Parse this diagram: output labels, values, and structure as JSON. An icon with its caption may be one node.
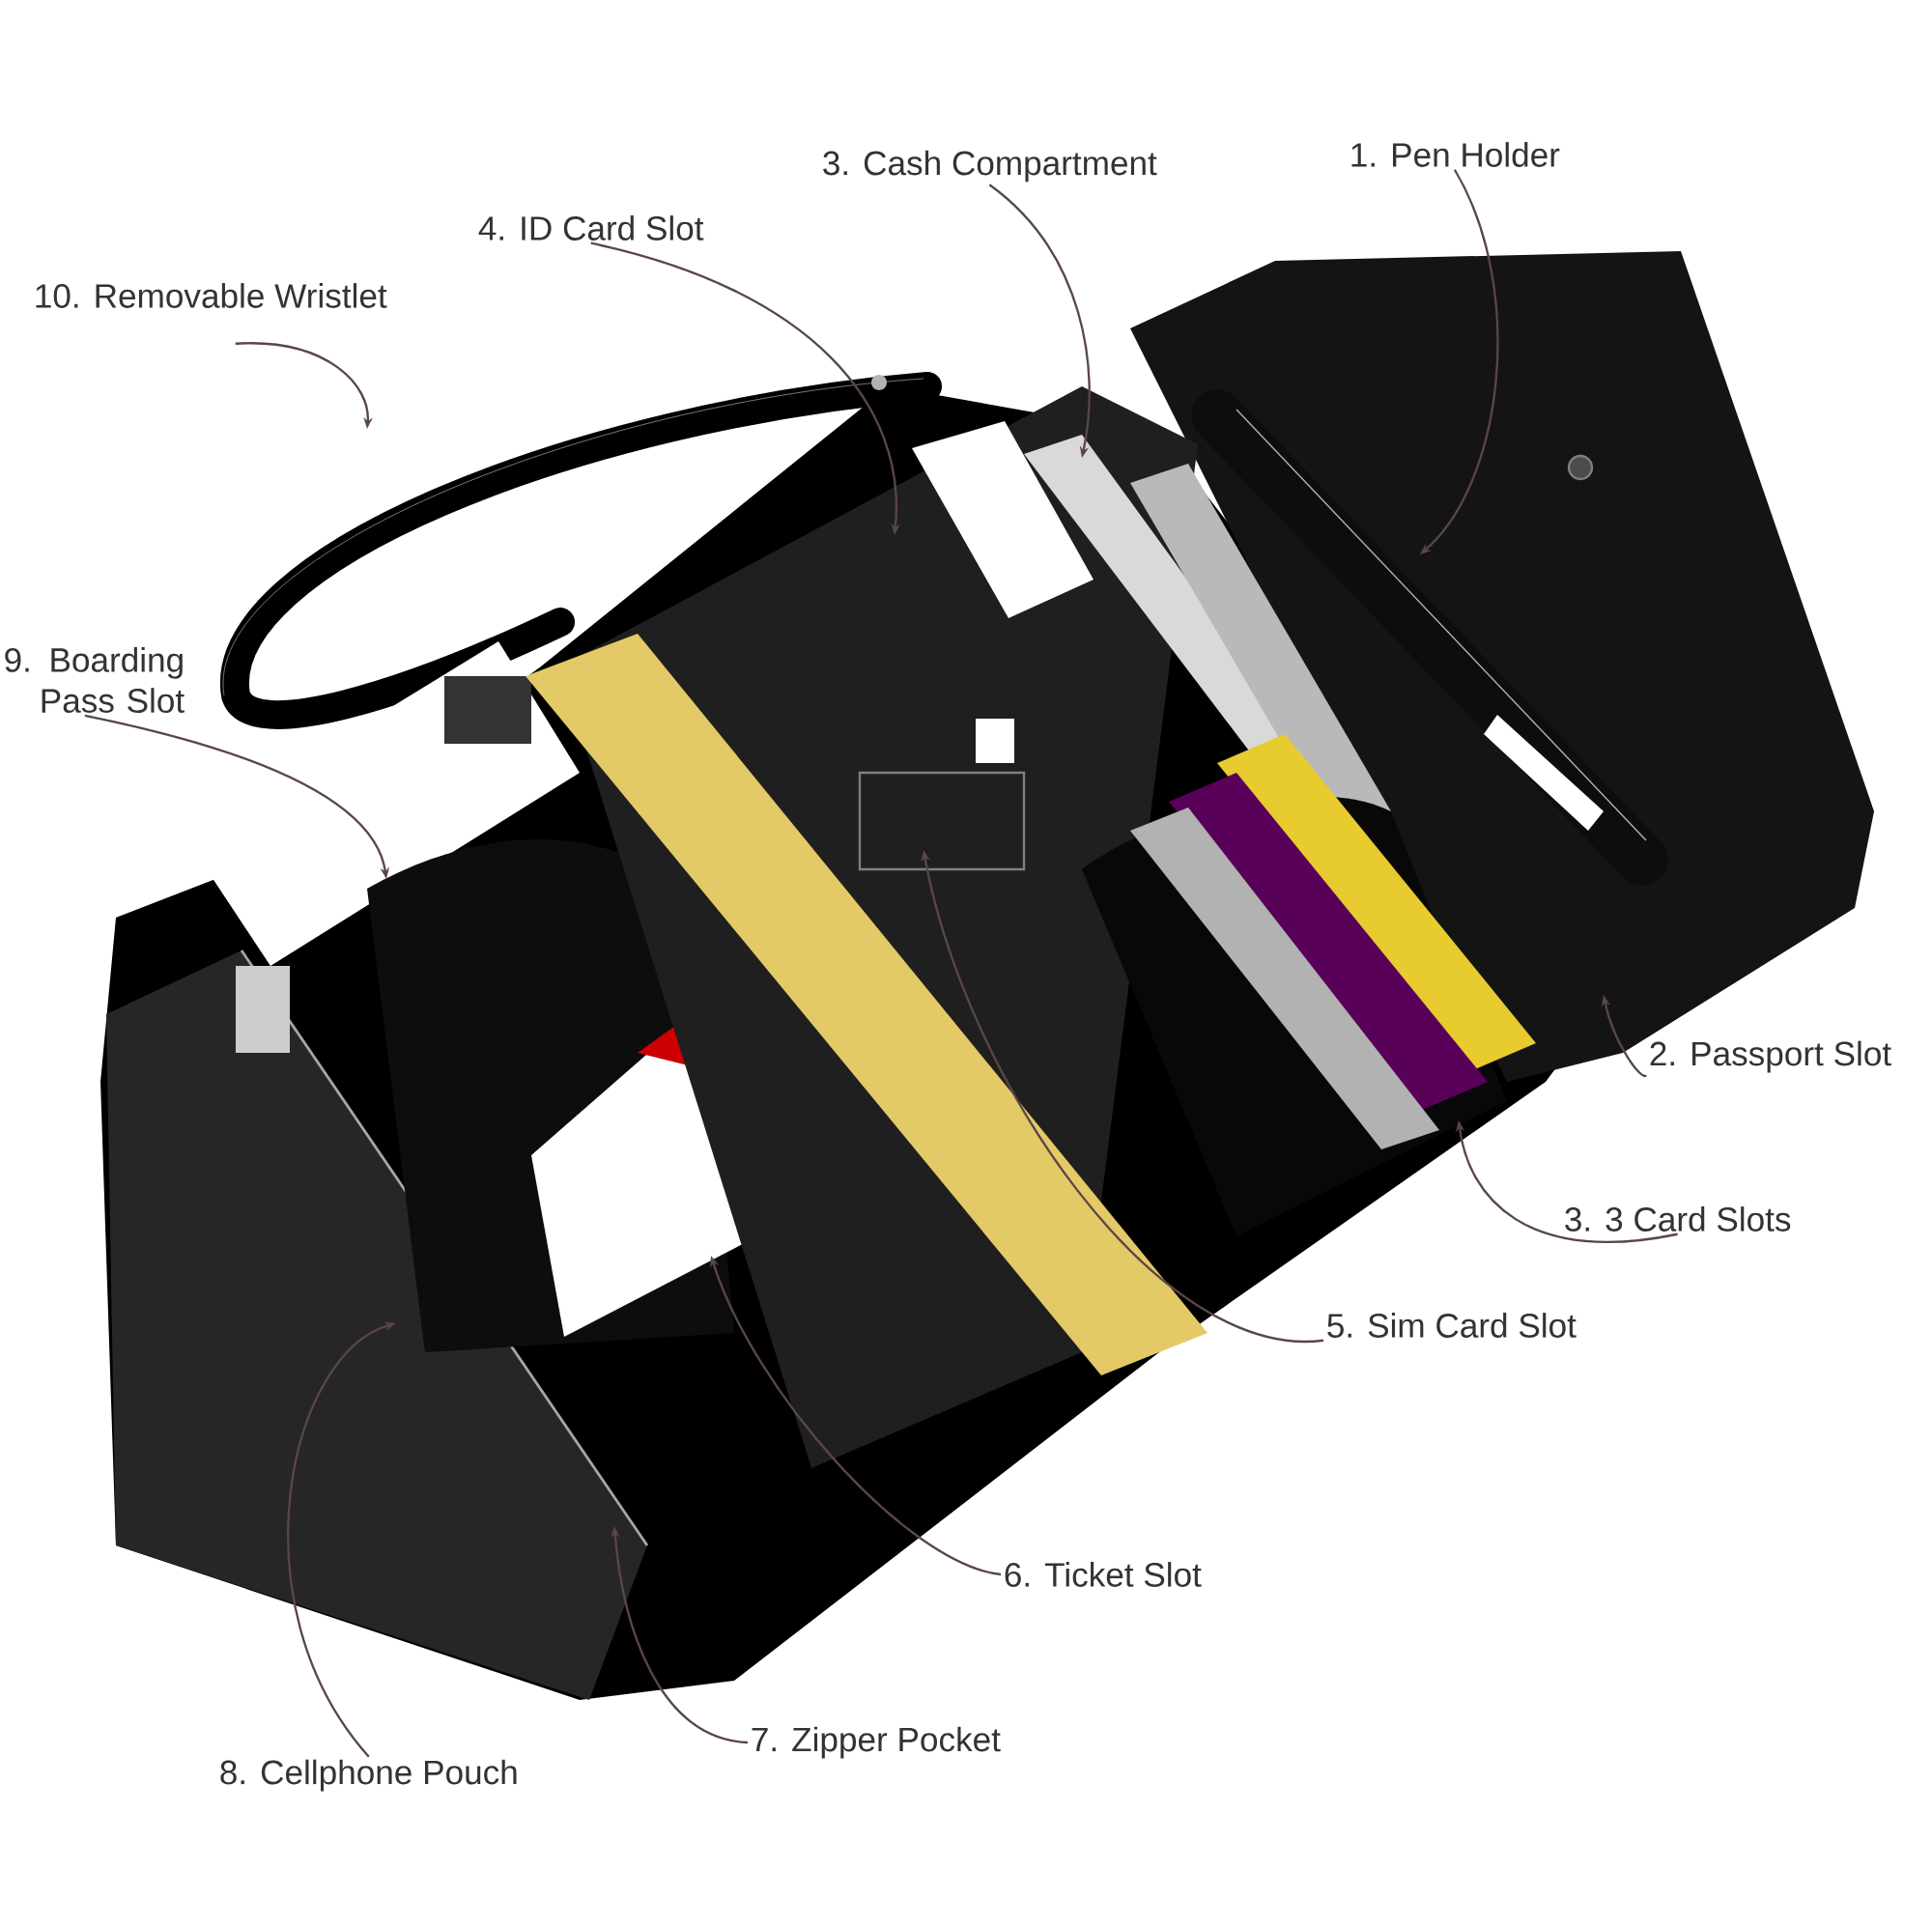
{
  "diagram": {
    "nodes": [
      {
        "text": [
          "1. Pen Holder"
        ]
      },
      {
        "text": [
          "3. Cash Compartment"
        ]
      },
      {
        "text": [
          "4. ID Card Slot"
        ]
      },
      {
        "text": [
          "10. Removable Wristlet"
        ]
      },
      {
        "text": [
          "9. Boarding Pass Slot"
        ]
      },
      {
        "text": [
          "2. Passport Slot"
        ]
      },
      {
        "text": [
          "3. 3 Card Slots"
        ]
      },
      {
        "text": [
          "5. Sim Card Slot"
        ]
      },
      {
        "text": [
          "6. Ticket Slot"
        ]
      },
      {
        "text": [
          "7. Zipper Pocket"
        ]
      },
      {
        "text": [
          "8. Cellphone Pouch"
        ]
      }
    ],
    "edges": [
      {
        "from": 0,
        "to": null,
        "arrow": "to"
      },
      {
        "from": 1,
        "to": null,
        "arrow": "to"
      },
      {
        "from": 2,
        "to": null,
        "arrow": "to"
      },
      {
        "from": 3,
        "to": null,
        "arrow": "to"
      },
      {
        "from": 4,
        "to": null,
        "arrow": "to"
      },
      {
        "from": 5,
        "to": null,
        "arrow": "to"
      },
      {
        "from": 6,
        "to": null,
        "arrow": "to"
      },
      {
        "from": 7,
        "to": null,
        "arrow": "to"
      },
      {
        "from": 8,
        "to": null,
        "arrow": "to"
      },
      {
        "from": 9,
        "to": null,
        "arrow": "to"
      },
      {
        "from": 10,
        "to": null,
        "arrow": "to"
      }
    ]
  }
}
